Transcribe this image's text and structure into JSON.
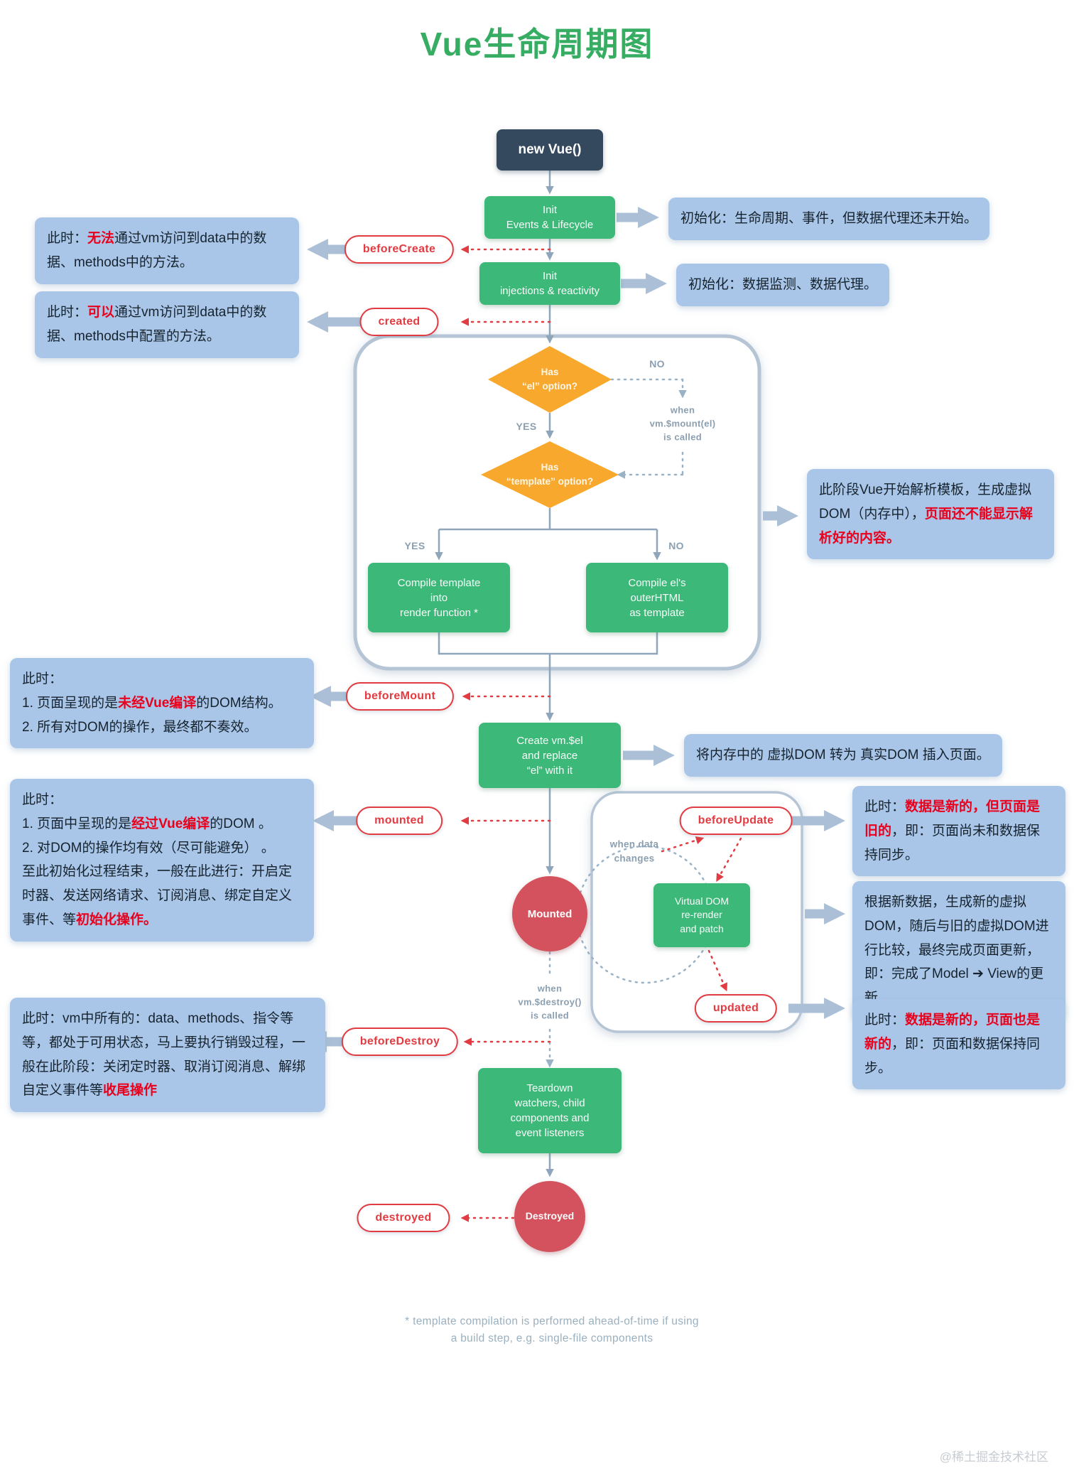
{
  "title": "Vue生命周期图",
  "watermark": "@稀土掘金技术社区",
  "footnote": "* template compilation is performed ahead-of-time if using\na build step, e.g. single-file components",
  "colors": {
    "title_green": "#36ad62",
    "node_green": "#3cb879",
    "navy": "#35495e",
    "diamond_orange": "#f8a92d",
    "hook_red": "#e23b41",
    "state_circle_red": "#d4525d",
    "note_blue": "#a9c6e8",
    "highlight_red": "#e8001c",
    "wire_gray": "#8fa6ba"
  },
  "nodes": {
    "new_vue": "new Vue()",
    "init_events": "Init\nEvents & Lifecycle",
    "init_injections": "Init\ninjections & reactivity",
    "has_el": "Has\n“el” option?",
    "has_template": "Has\n“template” option?",
    "compile_template": "Compile template\ninto\nrender function *",
    "compile_el": "Compile el's\nouterHTML\nas template",
    "create_vm_el": "Create vm.$el\nand replace\n“el” with it",
    "virtual_dom": "Virtual DOM\nre-render\nand patch",
    "teardown": "Teardown\nwatchers, child\ncomponents and\nevent listeners",
    "mounted_state": "Mounted",
    "destroyed_state": "Destroyed"
  },
  "hooks": {
    "before_create": "beforeCreate",
    "created": "created",
    "before_mount": "beforeMount",
    "mounted": "mounted",
    "before_update": "beforeUpdate",
    "updated": "updated",
    "before_destroy": "beforeDestroy",
    "destroyed": "destroyed"
  },
  "labels": {
    "yes_el": "YES",
    "no_el": "NO",
    "yes_template": "YES",
    "no_template": "NO",
    "when_mount": "when\nvm.$mount(el)\nis called",
    "when_data_changes": "when data\nchanges",
    "when_destroy": "when\nvm.$destroy()\nis called"
  },
  "annotations": {
    "before_create": [
      {
        "t": "此时："
      },
      {
        "t": "无法",
        "c": "red"
      },
      {
        "t": "通过vm访问到data中的数据、methods中的方法。"
      }
    ],
    "created": [
      {
        "t": "此时："
      },
      {
        "t": "可以",
        "c": "red"
      },
      {
        "t": "通过vm访问到data中的数据、methods中配置的方法。"
      }
    ],
    "init_events": [
      {
        "t": "初始化：生命周期、事件，但数据代理还未开始。"
      }
    ],
    "init_injections": [
      {
        "t": "初始化：数据监测、数据代理。"
      }
    ],
    "compile_stage": [
      {
        "t": "此阶段Vue开始解析模板，生成虚拟DOM（内存中），"
      },
      {
        "t": "页面还不能显示解析好的内容。",
        "c": "red"
      }
    ],
    "before_mount": [
      {
        "t": "此时：\n1. 页面呈现的是"
      },
      {
        "t": "未经Vue编译",
        "c": "red"
      },
      {
        "t": "的DOM结构。\n2. 所有对DOM的操作，最终都不奏效。"
      }
    ],
    "create_vm_el": [
      {
        "t": "将内存中的 虚拟DOM 转为 真实DOM 插入页面。"
      }
    ],
    "mounted": [
      {
        "t": "此时：\n1. 页面中呈现的是"
      },
      {
        "t": "经过Vue编译",
        "c": "red"
      },
      {
        "t": "的DOM 。\n2. 对DOM的操作均有效（尽可能避免） 。\n至此初始化过程结束，一般在此进行：开启定时器、发送网络请求、订阅消息、绑定自定义事件、等"
      },
      {
        "t": "初始化操作。",
        "c": "red"
      }
    ],
    "before_update": [
      {
        "t": "此时："
      },
      {
        "t": "数据是新的，但页面是旧的",
        "c": "red"
      },
      {
        "t": "，即：页面尚未和数据保持同步。"
      }
    ],
    "virtual_dom": [
      {
        "t": "根据新数据，生成新的虚拟DOM，随后与旧的虚拟DOM进行比较，最终完成页面更新，即：完成了Model ➔ View的更新"
      }
    ],
    "updated": [
      {
        "t": "此时："
      },
      {
        "t": "数据是新的，页面也是新的",
        "c": "red"
      },
      {
        "t": "，即：页面和数据保持同步。"
      }
    ],
    "before_destroy": [
      {
        "t": "此时：vm中所有的：data、methods、指令等等，都处于可用状态，马上要执行销毁过程，一般在此阶段：关闭定时器、取消订阅消息、解绑自定义事件等"
      },
      {
        "t": "收尾操作",
        "c": "red"
      }
    ]
  }
}
